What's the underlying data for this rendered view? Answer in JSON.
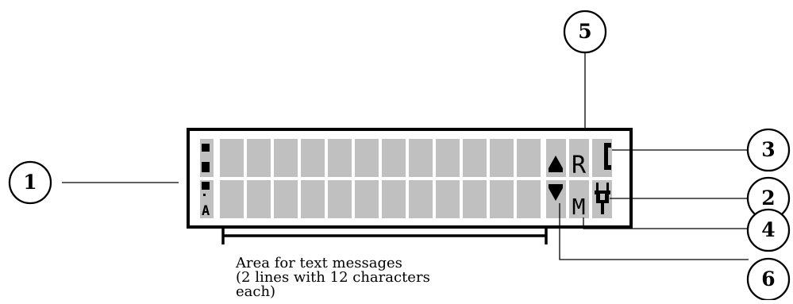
{
  "callouts": [
    {
      "number": "1",
      "target": "status-column"
    },
    {
      "number": "2",
      "target": "power-plug-symbol"
    },
    {
      "number": "3",
      "target": "handset-symbol"
    },
    {
      "number": "4",
      "target": "m-symbol"
    },
    {
      "number": "5",
      "target": "r-symbol"
    },
    {
      "number": "6",
      "target": "arrow-symbols"
    }
  ],
  "display": {
    "lines": 2,
    "characters_per_line": 12,
    "top_row_symbols": [
      "up-arrow",
      "R",
      "handset"
    ],
    "bottom_row_symbols": [
      "down-arrow",
      "M",
      "plug"
    ],
    "letter_r": "R",
    "letter_m": "M",
    "cell_color": "#c0c0c0",
    "frame_color": "#000000"
  },
  "caption": {
    "line1": "Area for text messages",
    "line2": "(2 lines with 12 characters",
    "line3": "each)"
  }
}
